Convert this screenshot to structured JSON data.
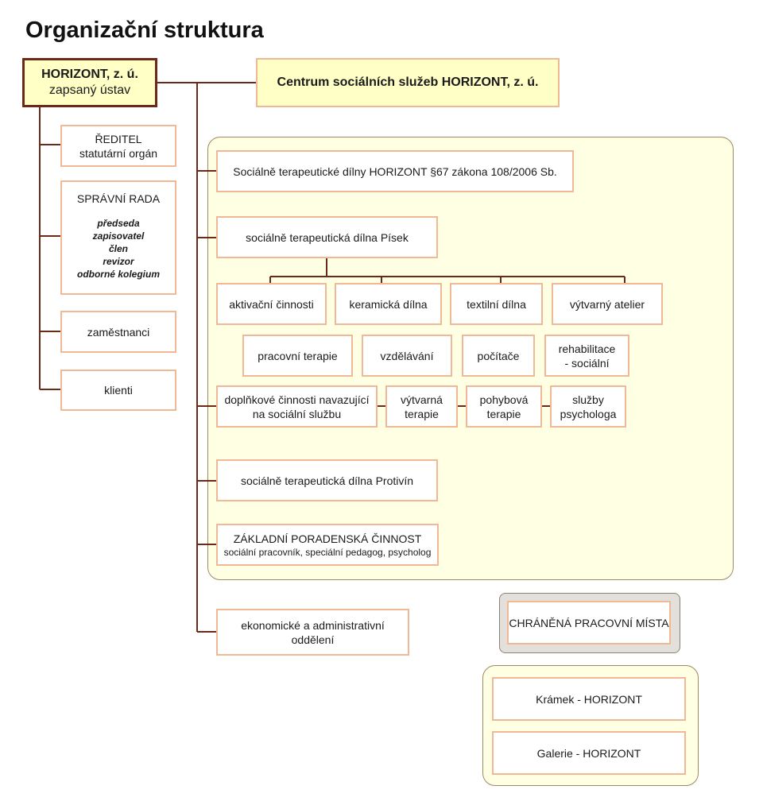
{
  "title": "Organizační struktura",
  "colors": {
    "connector": "#6b2a18",
    "box_border": "#f0b894",
    "panel_fill": "#ffffe3",
    "highlight_fill": "#ffffc6",
    "gray_panel": "#e3dfdb"
  },
  "root": {
    "name": "HORIZONT, z. ú.",
    "subtitle": "zapsaný ústav"
  },
  "centrum": {
    "name": "Centrum sociálních služeb HORIZONT, z. ú."
  },
  "governance": {
    "reditel": {
      "title": "ŘEDITEL",
      "subtitle": "statutární orgán"
    },
    "spravni_rada": {
      "title": "SPRÁVNÍ RADA",
      "members": [
        "předseda",
        "zapisovatel",
        "člen",
        "revizor",
        "odborné kolegium"
      ]
    },
    "zamestnanci": "zaměstnanci",
    "klienti": "klienti"
  },
  "services": {
    "std": "Sociálně terapeutické dílny HORIZONT §67 zákona 108/2006 Sb.",
    "pisek": "sociálně terapeutická dílna Písek",
    "workshops_row1": [
      "aktivační činnosti",
      "keramická dílna",
      "textilní dílna",
      "výtvarný atelier"
    ],
    "workshops_row2": [
      "pracovní terapie",
      "vzdělávání",
      "počítače"
    ],
    "rehab": {
      "line1": "rehabilitace",
      "line2": "- sociální"
    },
    "doplnkove": {
      "line1": "doplňkové činnosti navazující",
      "line2": "na sociální službu"
    },
    "vytvarna": {
      "line1": "výtvarná",
      "line2": "terapie"
    },
    "pohybova": {
      "line1": "pohybová",
      "line2": "terapie"
    },
    "psycholog": {
      "line1": "služby",
      "line2": "psychologa"
    },
    "protivin": "sociálně terapeutická dílna Protivín",
    "poradenska": {
      "title": "ZÁKLADNÍ PORADENSKÁ ČINNOST",
      "subtitle": "sociální pracovník, speciální pedagog, psycholog"
    }
  },
  "ekonomicke": {
    "line1": "ekonomické a administrativní",
    "line2": "oddělení"
  },
  "chranena": "CHRÁNĚNÁ PRACOVNÍ MÍSTA",
  "shops": [
    "Krámek - HORIZONT",
    "Galerie - HORIZONT"
  ]
}
